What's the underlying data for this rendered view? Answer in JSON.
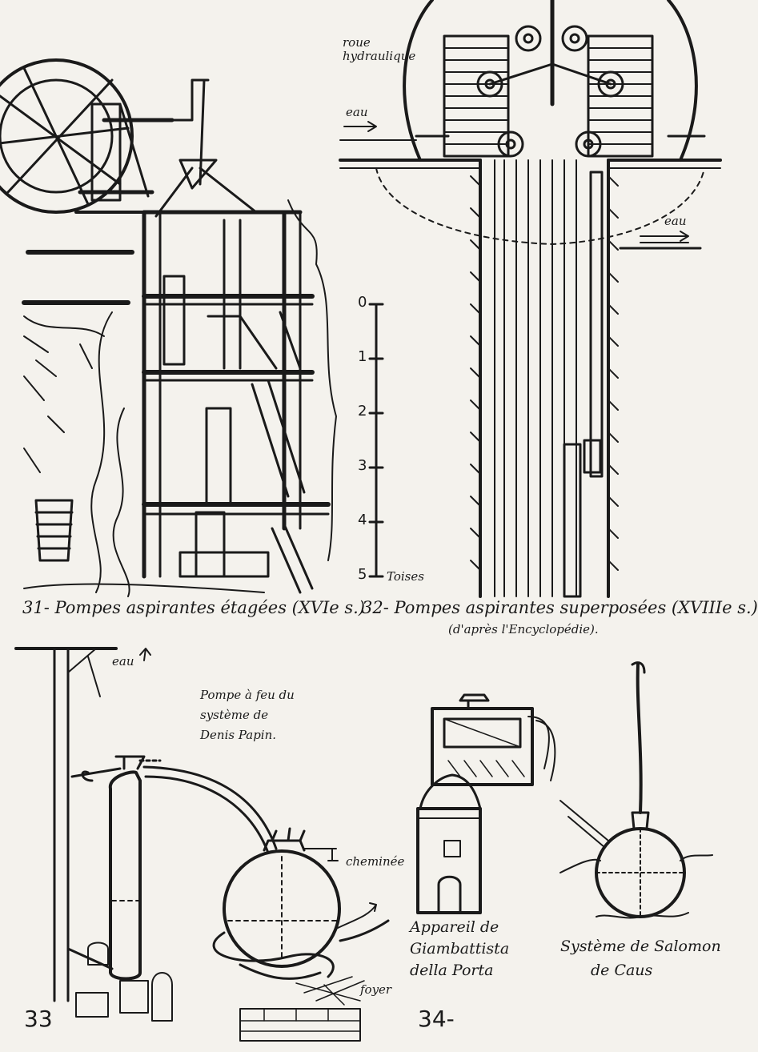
{
  "fig31": {
    "caption": "31- Pompes aspirantes étagées (XVIe s.)"
  },
  "fig32": {
    "label_roue": "roue hydraulique",
    "label_eau_in": "eau",
    "label_eau_out": "eau",
    "scale_ticks": [
      "0",
      "1",
      "2",
      "3",
      "4",
      "5"
    ],
    "scale_unit": "Toises",
    "caption": "32- Pompes aspirantes superposées (XVIIIe s.)",
    "caption_sub": "(d'après l'Encyclopédie)."
  },
  "fig33": {
    "number": "33",
    "label_eau": "eau",
    "label_title_1": "Pompe à feu du",
    "label_title_2": "système de",
    "label_title_3": "Denis Papin.",
    "label_cheminee": "cheminée",
    "label_foyer": "foyer"
  },
  "fig34": {
    "number": "34-",
    "porta_1": "Appareil de",
    "porta_2": "Giambattista",
    "porta_3": "della Porta",
    "caus_1": "Système de Salomon",
    "caus_2": "de Caus"
  },
  "colors": {
    "paper": "#f4f2ed",
    "ink": "#1a1a1a"
  }
}
